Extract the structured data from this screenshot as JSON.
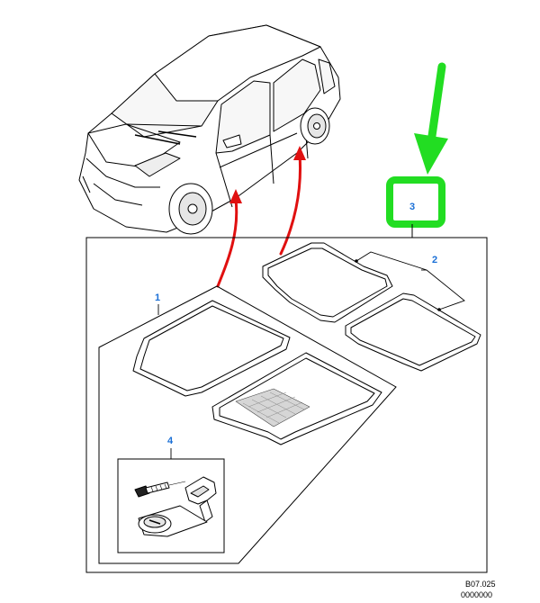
{
  "callouts": [
    {
      "id": "1",
      "label": "1"
    },
    {
      "id": "2",
      "label": "2"
    },
    {
      "id": "3",
      "label": "3"
    },
    {
      "id": "4",
      "label": "4"
    }
  ],
  "reference": {
    "line1": "B07.025",
    "line2": "0000000"
  },
  "colors": {
    "callout_text": "#1a6fd6",
    "highlight_green": "#22dd22",
    "arrow_red": "#e01010",
    "line": "#000000"
  },
  "icons": [
    "car-icon",
    "floor-mat-icon",
    "fastener-clip-icon",
    "green-arrow-icon"
  ]
}
